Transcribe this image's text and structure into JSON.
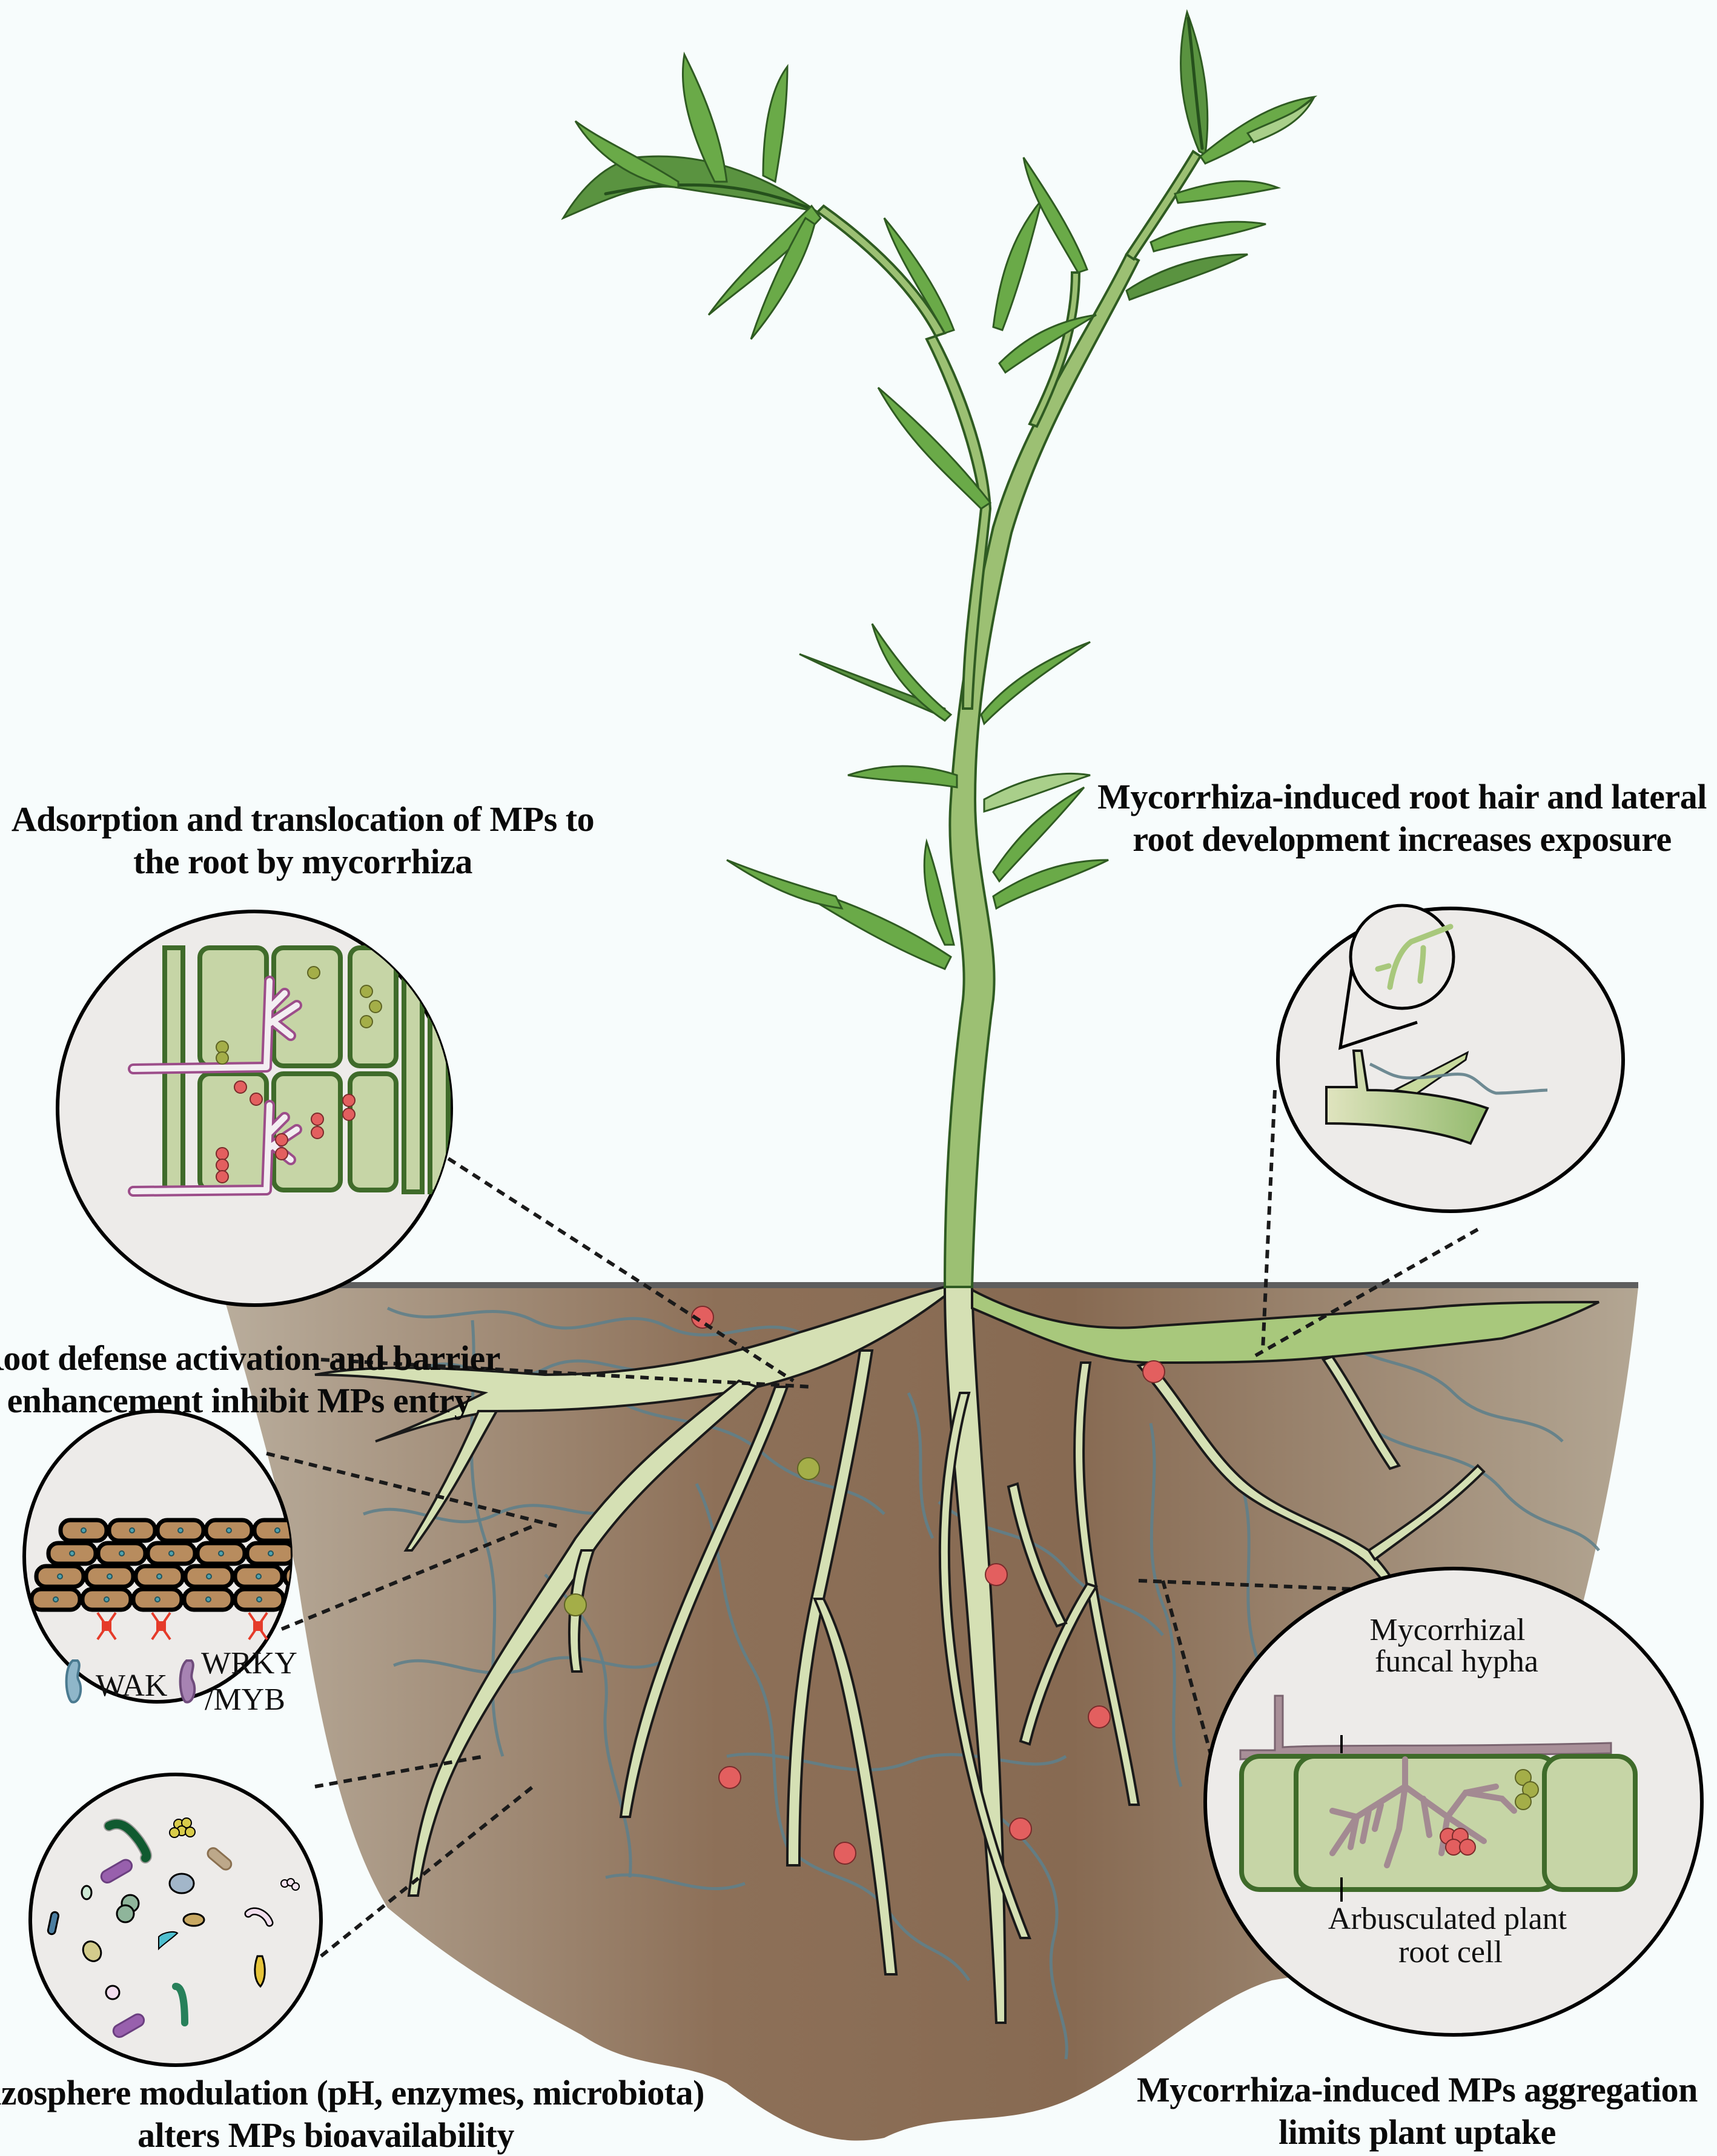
{
  "figure": {
    "background_color": "#f7fcfc",
    "soil_color": "#8b7059",
    "root_color": "#d5e0b4",
    "mp_color": "#e35f5f",
    "hypha_color": "#5f7f8a"
  },
  "panels": {
    "adsorption": {
      "title_line1": "Adsorption and translocation of MPs to",
      "title_line2": "the root by mycorrhiza"
    },
    "root_hair": {
      "title_line1": "Mycorrhiza-induced root hair and lateral",
      "title_line2": "root development increases exposure"
    },
    "defense": {
      "title_line1": "Root defense activation and barrier",
      "title_line2": "enhancement inhibit MPs entry",
      "wak_label": "WAK",
      "wrky_line1": "WRKY",
      "wrky_line2": "/MYB"
    },
    "rhizosphere": {
      "title_line1": "Rhizosphere modulation (pH, enzymes, microbiota)",
      "title_line2": "alters MPs bioavailability"
    },
    "aggregation": {
      "title_line1": "Mycorrhiza-induced MPs aggregation",
      "title_line2": "limits plant uptake",
      "hypha_line1": "Mycorrhizal",
      "hypha_line2": "funcal hypha",
      "cell_line1": "Arbusculated plant",
      "cell_line2": "root cell"
    }
  }
}
